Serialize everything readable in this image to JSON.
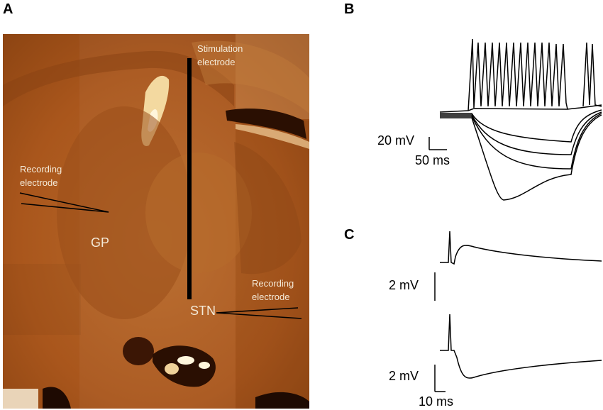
{
  "panels": {
    "a": {
      "letter": "A",
      "labels": {
        "stimulation_line1": "Stimulation",
        "stimulation_line2": "electrode",
        "recording_left_line1": "Recording",
        "recording_left_line2": "electrode",
        "gp": "GP",
        "recording_right_line1": "Recording",
        "recording_right_line2": "electrode",
        "stn": "STN"
      }
    },
    "b": {
      "letter": "B",
      "scale_voltage": "20 mV",
      "scale_time": "50 ms"
    },
    "c": {
      "letter": "C",
      "scale_voltage_top": "2 mV",
      "scale_voltage_bottom": "2 mV",
      "scale_time": "10 ms"
    }
  },
  "colors": {
    "tissue": "#b5601f",
    "tissue_dark": "#7a3a10",
    "trace": "#000000",
    "label": "#f4ead8"
  }
}
